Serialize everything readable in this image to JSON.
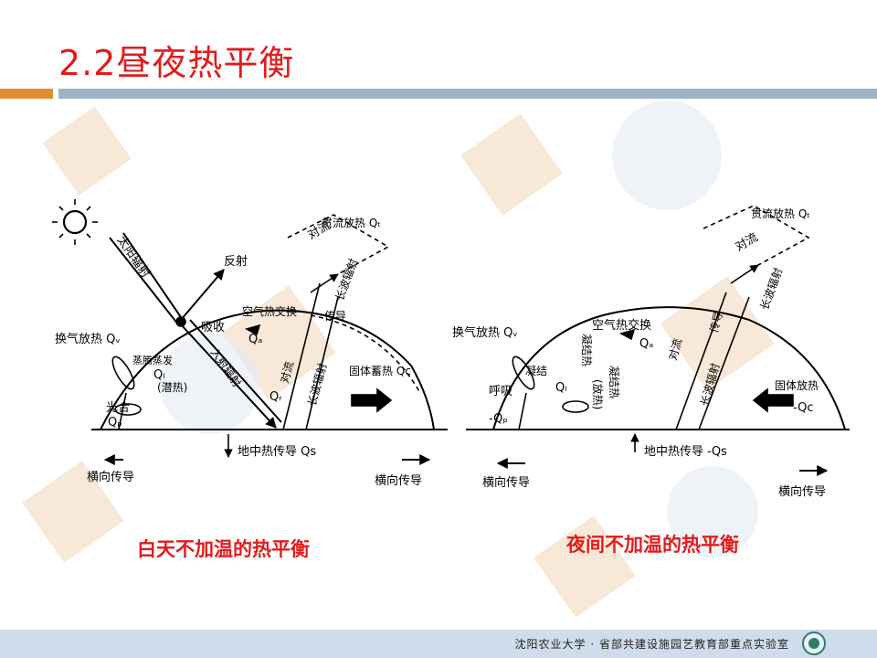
{
  "title": "2.2昼夜热平衡",
  "day": {
    "caption": "白天不加温的热平衡",
    "labels": {
      "solar": "太阳辐射",
      "reflect": "反射",
      "absorb": "吸收",
      "air_exchange": "空气热交换",
      "qa": "Qₐ",
      "convection_up": "对流",
      "transmit": "贯流放热 Qₜ",
      "longwave": "长波辐射",
      "conduct": "传导",
      "convection_in": "对流",
      "longwave2": "长波辐射",
      "incident": "入射辐射",
      "qr": "Qᵣ",
      "vent": "换气放热 Qᵥ",
      "evap": "蒸腾蒸发",
      "ql": "Qₗ",
      "latent": "(潜热)",
      "photo": "光合",
      "qp": "Qₚ",
      "solid_store": "固体蓄热 Qc",
      "ground": "地中热传导 Qs",
      "lateral_left": "横向传导",
      "lateral_right": "横向传导"
    }
  },
  "night": {
    "caption": "夜间不加温的热平衡",
    "labels": {
      "vent": "换气放热 Qᵥ",
      "condense": "凝结热",
      "air_exchange": "空气热交换",
      "qa": "Qₐ",
      "convection": "对流",
      "conduct": "传导",
      "transmit": "贯流放热 Qₜ",
      "longwave": "长波辐射",
      "convection_up": "对流",
      "longwave2": "长波辐射",
      "resp": "呼吸",
      "qp": "-Qₚ",
      "condense2": "凝结",
      "ql": "Qₗ",
      "release": "(放热)",
      "condense3": "凝结热",
      "solid_release": "固体放热",
      "qc": "-Qc",
      "ground": "地中热传导 -Qs",
      "lateral_left": "横向传导",
      "lateral_right": "横向传导"
    }
  },
  "footer": "沈阳农业大学 · 省部共建设施园艺教育部重点实验室"
}
